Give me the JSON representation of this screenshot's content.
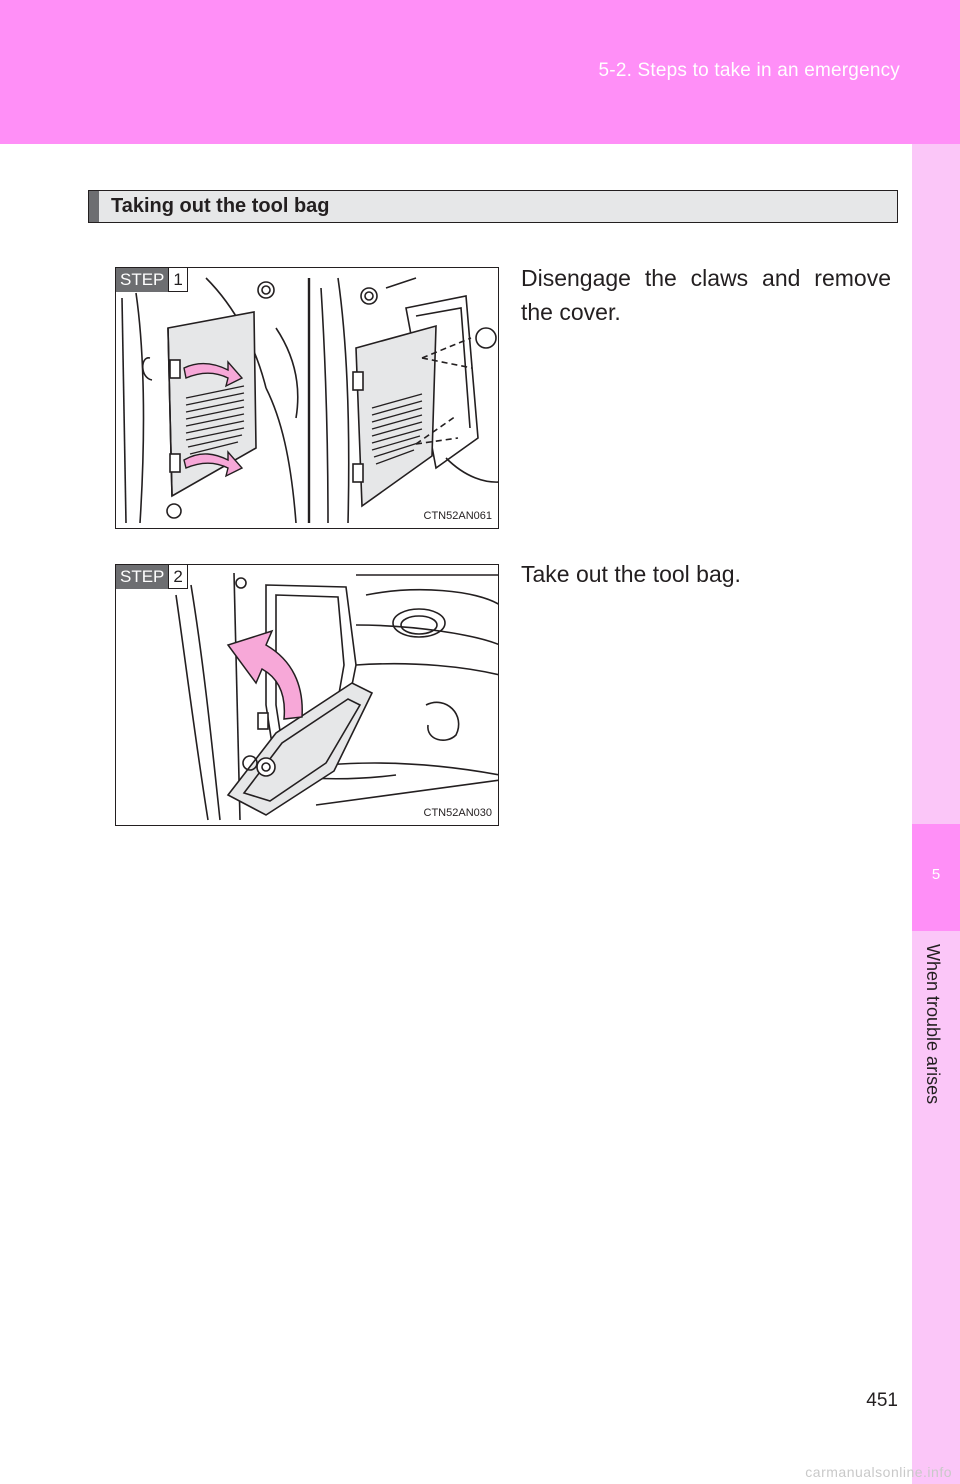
{
  "header": {
    "section_title": "5-2. Steps to take in an emergency"
  },
  "side_tab": {
    "chapter_number": "5",
    "chapter_title": "When trouble arises"
  },
  "topic": {
    "title": "Taking out the tool bag"
  },
  "steps": [
    {
      "word": "STEP",
      "number": "1",
      "figure_code": "CTN52AN061",
      "text": "Disengage the claws and remove the cover."
    },
    {
      "word": "STEP",
      "number": "2",
      "figure_code": "CTN52AN030",
      "text": "Take out the tool bag."
    }
  ],
  "page_number": "451",
  "watermark": "carmanualsonline.info",
  "colors": {
    "header_pink": "#ff8ff7",
    "tab_light_pink": "#fbc6f8",
    "arrow_pink": "#f7a8d8"
  }
}
